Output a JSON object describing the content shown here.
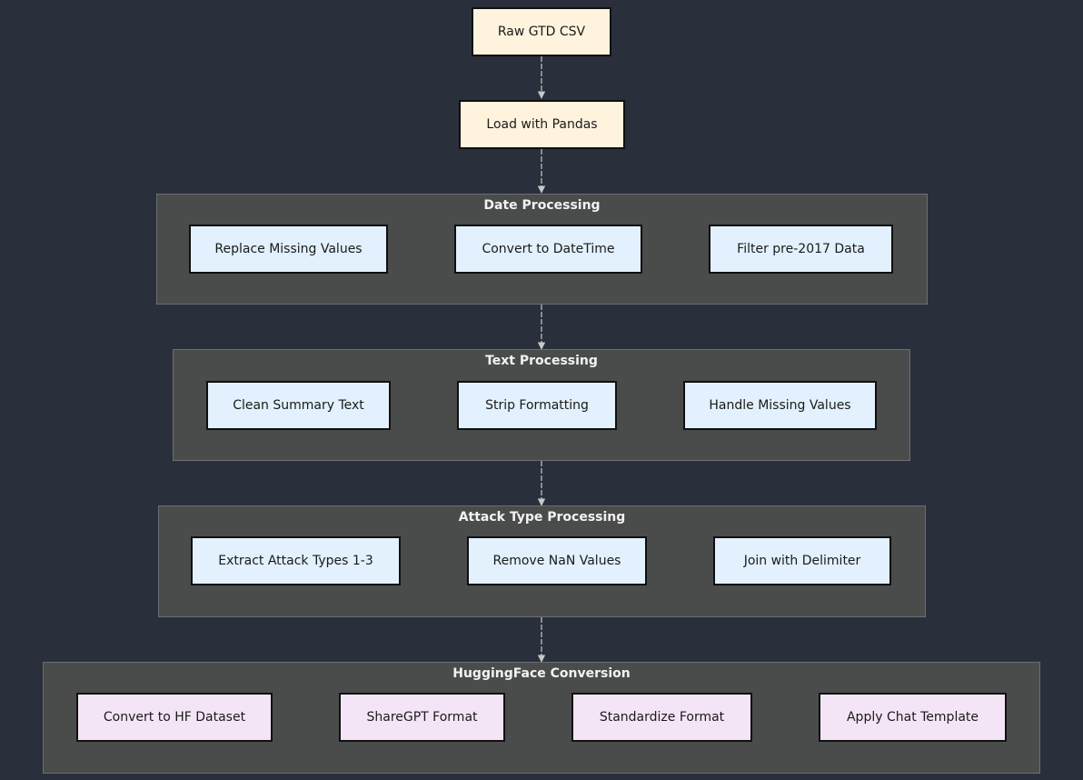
{
  "nodes": {
    "raw_csv": "Raw GTD CSV",
    "load_pandas": "Load with Pandas"
  },
  "groups": [
    {
      "title": "Date Processing",
      "steps": [
        "Replace Missing Values",
        "Convert to DateTime",
        "Filter pre-2017 Data"
      ]
    },
    {
      "title": "Text Processing",
      "steps": [
        "Clean Summary Text",
        "Strip Formatting",
        "Handle Missing Values"
      ]
    },
    {
      "title": "Attack Type Processing",
      "steps": [
        "Extract Attack Types 1-3",
        "Remove NaN Values",
        "Join with Delimiter"
      ]
    },
    {
      "title": "HuggingFace Conversion",
      "steps": [
        "Convert to HF Dataset",
        "ShareGPT Format",
        "Standardize Format",
        "Apply Chat Template"
      ]
    }
  ],
  "colors": {
    "background": "#2a2f3c",
    "group_fill": "#4a4b4b",
    "group_border": "#6b6e72",
    "raw_fill": "#fff3de",
    "process_fill": "#e2f1fd",
    "hf_fill": "#f4e5f6",
    "edge": "#c8c8c8"
  }
}
